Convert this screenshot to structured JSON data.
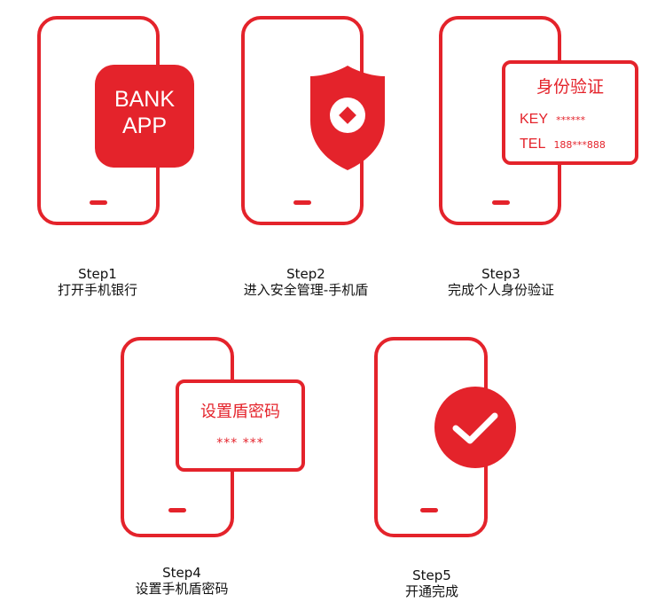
{
  "steps": [
    {
      "title": "Step1",
      "desc": "打开手机银行",
      "app_line1": "BANK",
      "app_line2": "APP"
    },
    {
      "title": "Step2",
      "desc": "进入安全管理-手机盾"
    },
    {
      "title": "Step3",
      "desc": "完成个人身份验证",
      "card_title": "身份验证",
      "key_label": "KEY",
      "key_value": "******",
      "tel_label": "TEL",
      "tel_value": "188***888"
    },
    {
      "title": "Step4",
      "desc": "设置手机盾密码",
      "card_title": "设置盾密码",
      "pin_mask": "*** ***"
    },
    {
      "title": "Step5",
      "desc": "开通完成"
    }
  ],
  "colors": {
    "accent": "#e4232b",
    "text": "#111111",
    "background": "#ffffff"
  },
  "icons": [
    "bank-app-tile",
    "shield-icon",
    "home-indicator",
    "check-icon"
  ]
}
